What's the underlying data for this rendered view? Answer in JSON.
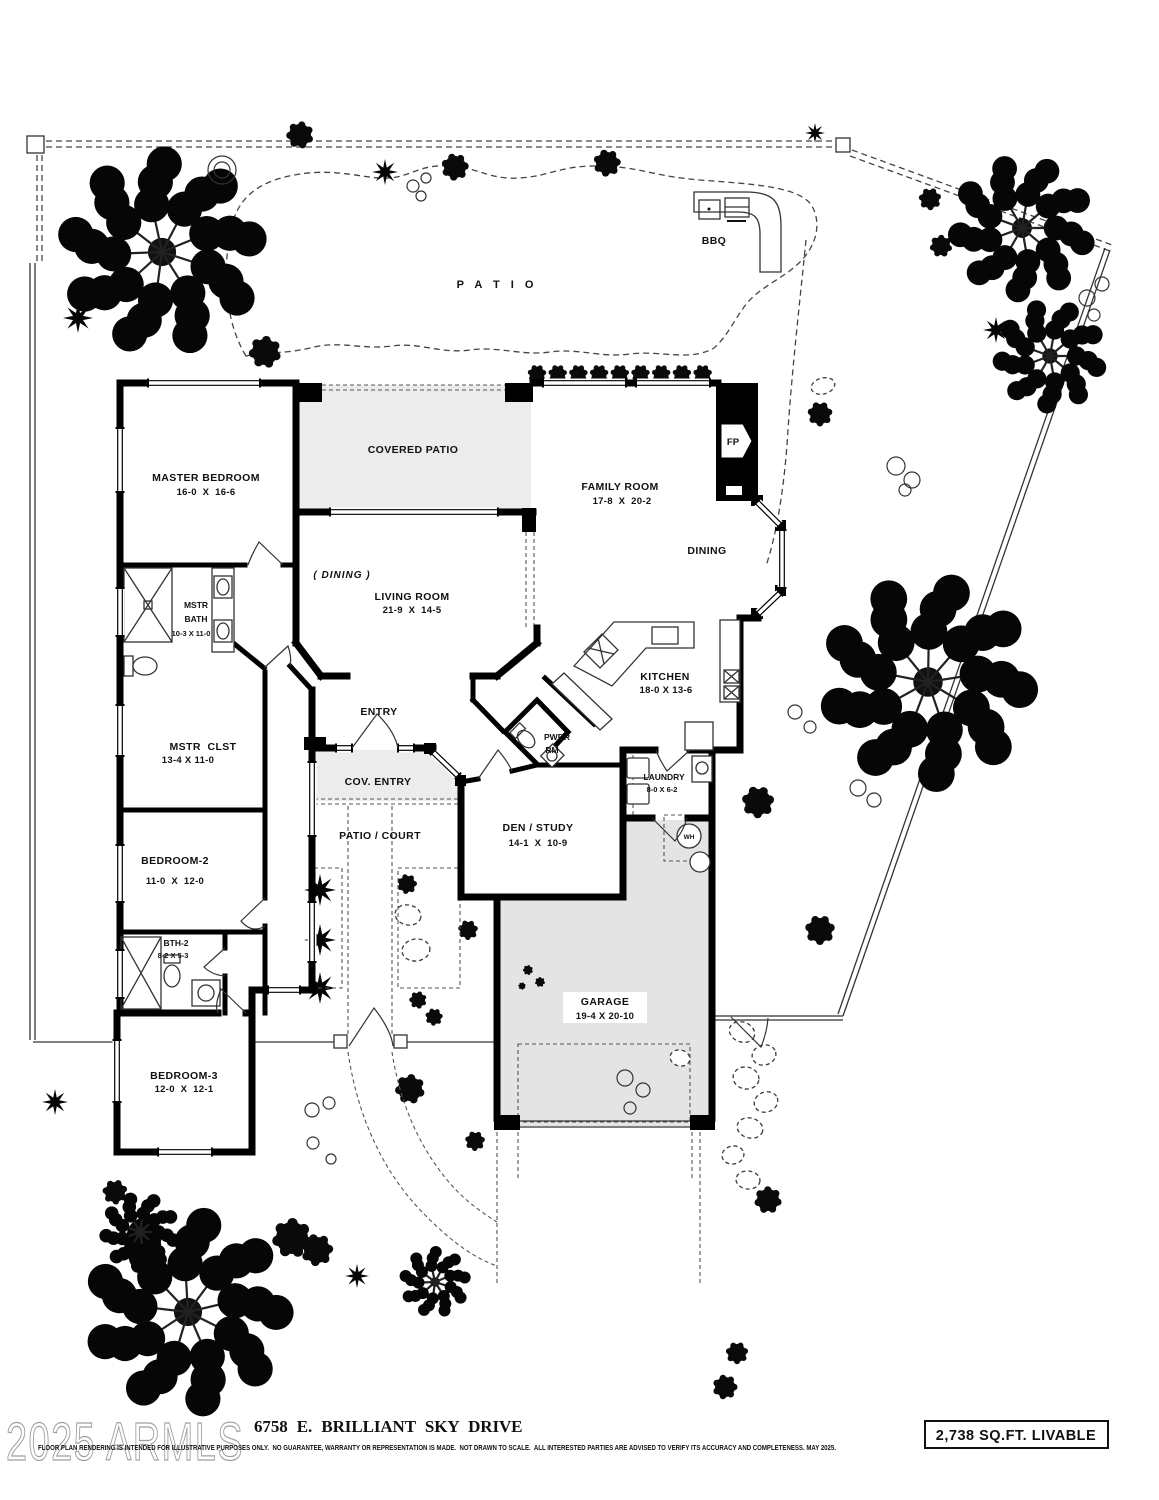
{
  "footer": {
    "address": "6758 E. BRILLIANT SKY DRIVE",
    "disclaimer": "FLOOR PLAN RENDERING IS INTENDED FOR ILLUSTRATIVE PURPOSES ONLY.  NO GUARANTEE, WARRANTY OR REPRESENTATION IS MADE.  NOT DRAWN TO SCALE.  ALL INTERESTED PARTIES ARE ADVISED TO VERIFY ITS ACCURACY AND COMPLETENESS. MAY 2025.",
    "sqft": "2,738 SQ.FT. LIVABLE",
    "watermark": "2025 ARMLS"
  },
  "site": {
    "patio_label": "P A T I O",
    "bbq": "BBQ",
    "fireplace": "FP",
    "water_heater": "WH"
  },
  "colors": {
    "wall": "#000000",
    "patio_fill": "#ececec",
    "garage_fill": "#e4e4e4",
    "watermark_grey": "#9e9e9e"
  },
  "rooms": {
    "master_bedroom": {
      "name": "MASTER BEDROOM",
      "dims": "16-0  X  16-6"
    },
    "covered_patio": {
      "name": "COVERED PATIO"
    },
    "family_room": {
      "name": "FAMILY ROOM",
      "dims": "17-8  X  20-2"
    },
    "dining": {
      "name": "DINING"
    },
    "dining_option": {
      "name": "( DINING )"
    },
    "living_room": {
      "name": "LIVING ROOM",
      "dims": "21-9  X  14-5"
    },
    "mstr_bath": {
      "name1": "MSTR",
      "name2": "BATH",
      "dims": "10-3 X 11-0"
    },
    "kitchen": {
      "name": "KITCHEN",
      "dims": "18-0 X 13-6"
    },
    "mstr_clst": {
      "name": "MSTR  CLST",
      "dims": "13-4 X 11-0"
    },
    "entry": {
      "name": "ENTRY"
    },
    "pwdr": {
      "name1": "PWDR",
      "name2": "RM"
    },
    "laundry": {
      "name": "LAUNDRY",
      "dims": "8-0 X 6-2"
    },
    "cov_entry": {
      "name": "COV. ENTRY"
    },
    "patio_court": {
      "name": "PATIO / COURT"
    },
    "den_study": {
      "name": "DEN / STUDY",
      "dims": "14-1  X  10-9"
    },
    "bedroom_2": {
      "name": "BEDROOM-2",
      "dims": "11-0  X  12-0"
    },
    "bth_2": {
      "name": "BTH-2",
      "dims": "8-2 X 5-3"
    },
    "garage": {
      "name": "GARAGE",
      "dims": "19-4 X 20-10"
    },
    "bedroom_3": {
      "name": "BEDROOM-3",
      "dims": "12-0  X  12-1"
    }
  }
}
